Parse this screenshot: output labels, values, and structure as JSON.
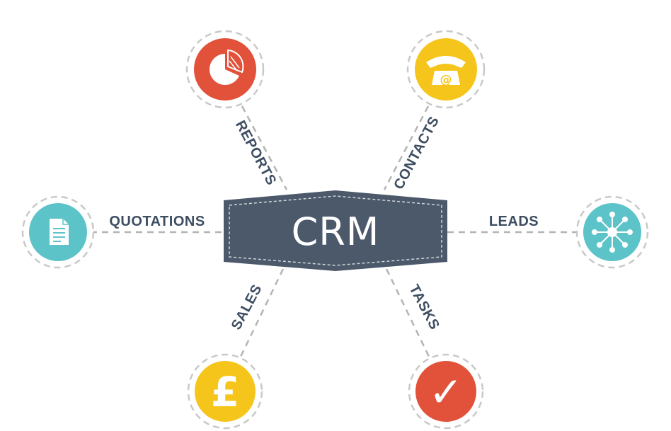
{
  "center": {
    "label": "CRM",
    "color": "#4b596b"
  },
  "nodes": {
    "reports": {
      "label": "REPORTS",
      "color": "#e2513a",
      "icon": "pie-chart-icon"
    },
    "contacts": {
      "label": "CONTACTS",
      "color": "#f6c51c",
      "icon": "telephone-at-icon"
    },
    "quotations": {
      "label": "QUOTATIONS",
      "color": "#5cc3c9",
      "icon": "document-icon"
    },
    "leads": {
      "label": "LEADS",
      "color": "#5cc3c9",
      "icon": "network-icon"
    },
    "sales": {
      "label": "SALES",
      "color": "#f6c51c",
      "icon": "pound-icon"
    },
    "tasks": {
      "label": "TASKS",
      "color": "#e2513a",
      "icon": "checkmark-icon"
    }
  },
  "icons": {
    "sales_glyph": "£",
    "tasks_glyph": "✓",
    "contacts_glyph": "@"
  }
}
